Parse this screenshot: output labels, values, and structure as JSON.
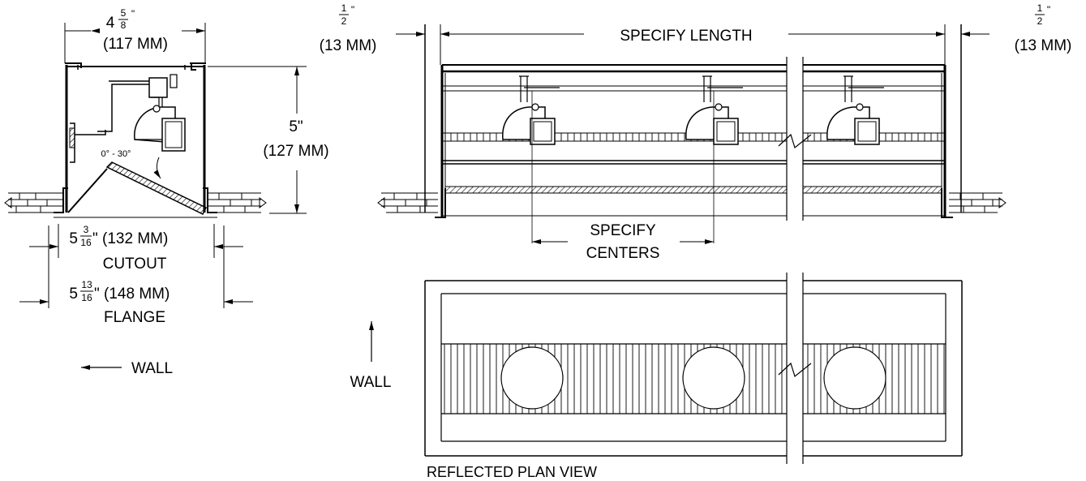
{
  "section": {
    "width_whole": "4",
    "width_frac_num": "5",
    "width_frac_den": "8",
    "width_inch_mark": "\"",
    "width_mm": "(117 MM)",
    "height_in": "5\"",
    "height_mm": "(127 MM)",
    "tilt": "0° - 30°",
    "cutout_whole": "5",
    "cutout_frac_num": "3",
    "cutout_frac_den": "16",
    "cutout_rest": "\" (132 MM)",
    "cutout_label": "CUTOUT",
    "flange_whole": "5",
    "flange_frac_num": "13",
    "flange_frac_den": "16",
    "flange_rest": "\" (148 MM)",
    "flange_label": "FLANGE",
    "wall": "WALL"
  },
  "elevation": {
    "left_frac_num": "1",
    "left_frac_den": "2",
    "left_inch_mark": "\"",
    "left_mm": "(13 MM)",
    "right_frac_num": "1",
    "right_frac_den": "2",
    "right_inch_mark": "\"",
    "right_mm": "(13 MM)",
    "length": "SPECIFY LENGTH",
    "centers_line1": "SPECIFY",
    "centers_line2": "CENTERS"
  },
  "plan": {
    "wall": "WALL",
    "caption": "REFLECTED PLAN VIEW"
  }
}
